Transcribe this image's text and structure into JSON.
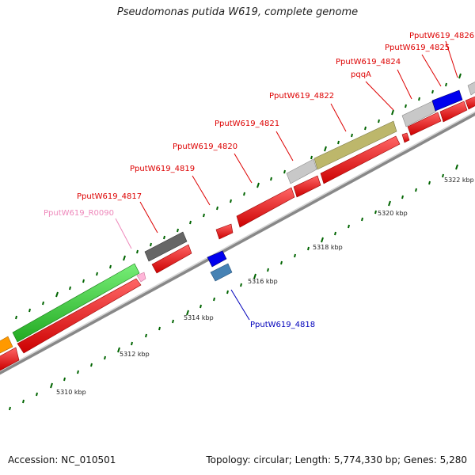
{
  "title": "Pseudomonas putida W619, complete genome",
  "footer": {
    "accession": "Accession: NC_010501",
    "summary": "Topology: circular; Length: 5,774,330 bp; Genes: 5,280"
  },
  "scale_labels": [
    "5310 kbp",
    "5312 kbp",
    "5314 kbp",
    "5316 kbp",
    "5318 kbp",
    "5320 kbp",
    "5322 kbp"
  ],
  "gene_labels": [
    {
      "text": "PputW619_R0090",
      "color": "#ee88bb"
    },
    {
      "text": "PputW619_4817",
      "color": "#dd0000"
    },
    {
      "text": "PputW619_4818",
      "color": "#0000bb"
    },
    {
      "text": "PputW619_4819",
      "color": "#dd0000"
    },
    {
      "text": "PputW619_4820",
      "color": "#dd0000"
    },
    {
      "text": "PputW619_4821",
      "color": "#dd0000"
    },
    {
      "text": "PputW619_4822",
      "color": "#dd0000"
    },
    {
      "text": "pqqA",
      "color": "#dd0000"
    },
    {
      "text": "PputW619_4824",
      "color": "#dd0000"
    },
    {
      "text": "PputW619_4825",
      "color": "#dd0000"
    },
    {
      "text": "PputW619_4826",
      "color": "#dd0000"
    }
  ],
  "colors": {
    "cds_red": "#ff0000",
    "cds_green": "#33cc33",
    "cds_gray": "#666666",
    "cds_lightgray": "#c8c8c8",
    "cds_olive": "#bdb76b",
    "cds_blue": "#0000ee",
    "cds_steelblue": "#4682b4",
    "cds_orange": "#ff9900",
    "rna_pink": "#ffb6d9",
    "tick_green": "#006400",
    "backbone": "#999999"
  }
}
